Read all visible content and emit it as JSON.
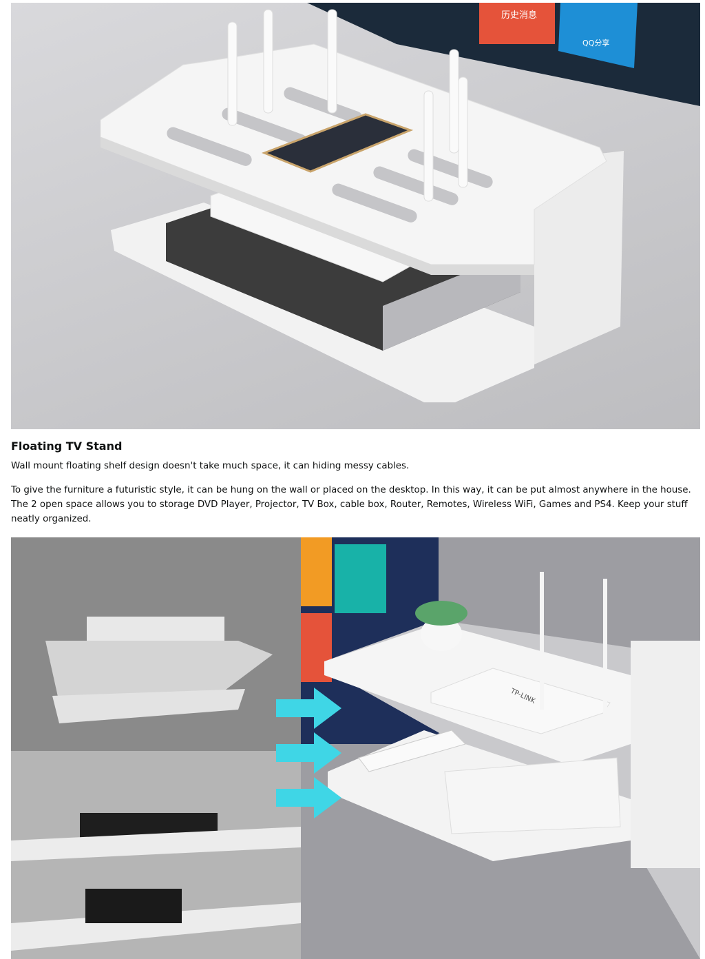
{
  "section": {
    "title": "Floating TV Stand",
    "paragraphs": [
      "Wall mount floating shelf design doesn't take much space, it can hiding messy cables.",
      "To give the furniture a futuristic style, it can be hung on the wall or placed on the desktop. In this way, it can be put almost anywhere in the house. The 2 open space allows you to storage DVD Player, Projector, TV Box, cable box, Router, Remotes, Wireless WiFi, Games and PS4. Keep your stuff neatly organized."
    ]
  },
  "images": {
    "hero": {
      "tile_red": "历史消息",
      "tile_blue": "QQ分享",
      "colors": {
        "red": "#e5533a",
        "blue": "#1e8fd6",
        "shelf": "#f4f4f4"
      }
    },
    "compare": {
      "router_brand": "TP-LINK",
      "arrow_color": "#3fd6e6"
    }
  }
}
